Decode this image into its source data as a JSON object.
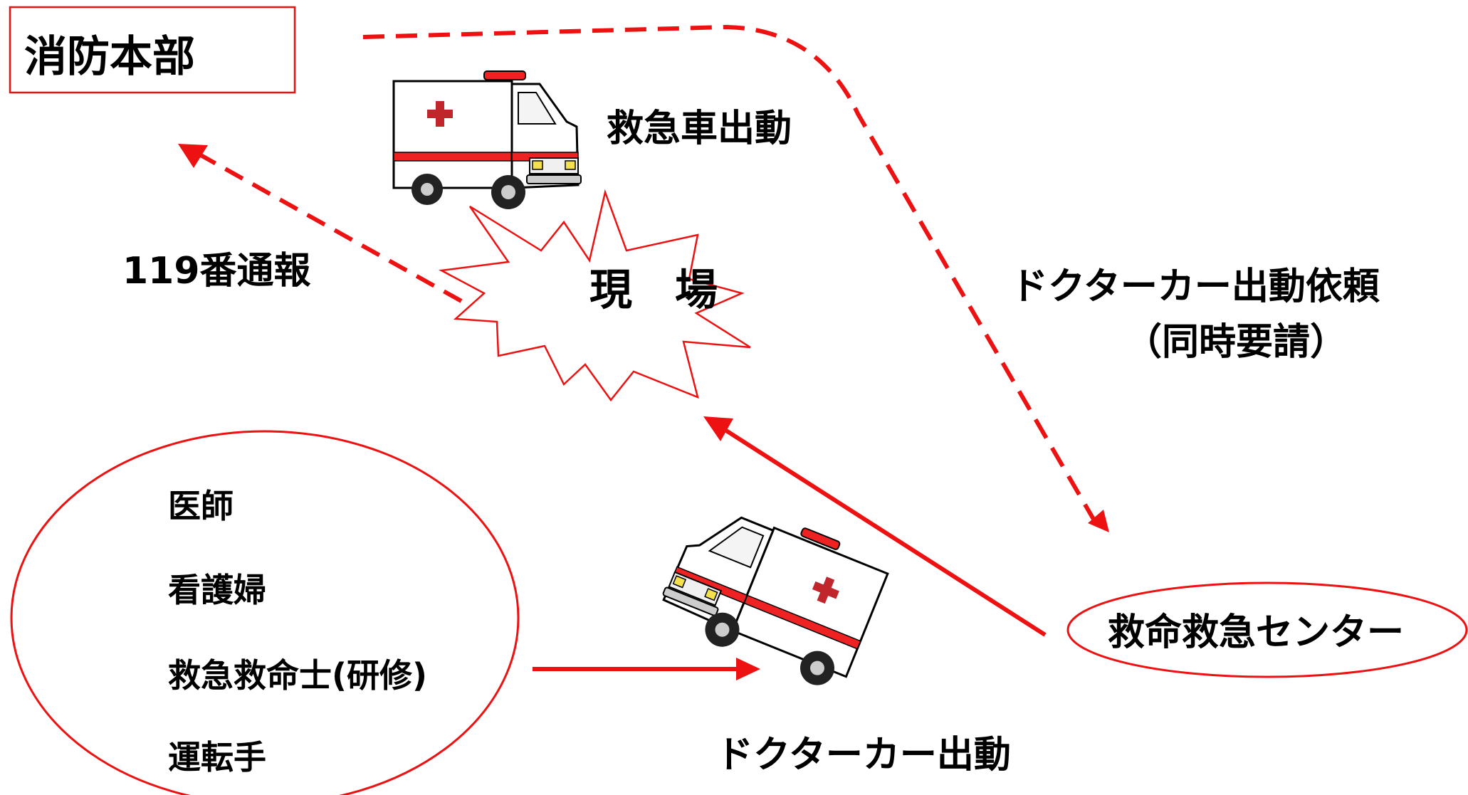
{
  "colors": {
    "accent": "#ee1111",
    "text": "#000000",
    "background": "#ffffff"
  },
  "nodes": {
    "fire_hq": "消防本部",
    "scene": "現　場",
    "emergency_center": "救命救急センター"
  },
  "edges": {
    "call_119": "119番通報",
    "ambulance_dispatch": "救急車出動",
    "doctor_car_request_line1": "ドクターカー出動依頼",
    "doctor_car_request_line2": "（同時要請）",
    "doctor_car_dispatch": "ドクターカー出動"
  },
  "crew": {
    "items": [
      "医師",
      "看護婦",
      "救急救命士(研修)",
      "運転手"
    ]
  },
  "icons": [
    "ambulance-icon",
    "doctor-car-icon",
    "red-cross-icon",
    "explosion-burst-icon"
  ]
}
